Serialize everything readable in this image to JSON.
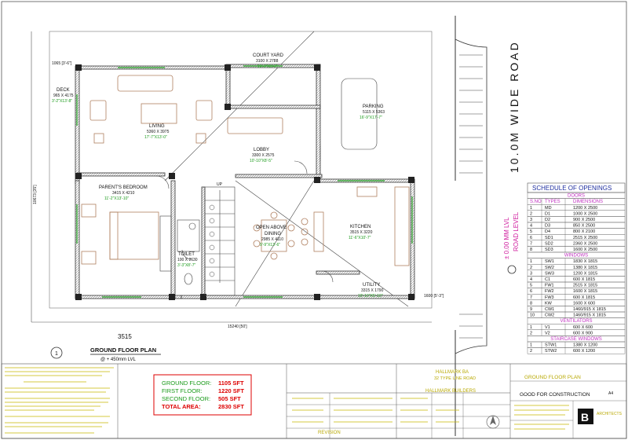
{
  "rooms": {
    "court_yard": {
      "name": "COURT YARD",
      "dim": "3100 X 2788",
      "imp": "10'-2\"X9'-2\""
    },
    "deck": {
      "name": "DECK",
      "dim": "965 X 4175",
      "imp": "3'-2\"X13'-8\""
    },
    "living": {
      "name": "LIVING",
      "dim": "5360 X 3975",
      "imp": "17'-7\"X13'-0\""
    },
    "parking": {
      "name": "PARKING",
      "dim": "5115 X 5363",
      "imp": "16'-9\"X17'-7\""
    },
    "lobby": {
      "name": "LOBBY",
      "dim": "3300 X 2575",
      "imp": "10'-10\"X8'-5\""
    },
    "parent_bedroom": {
      "name": "PARENT'S BEDROOM",
      "dim": "3415 X 4210",
      "imp": "11'-2\"X13'-10\""
    },
    "dining": {
      "name": "OPEN ABOVE\nDINING",
      "name1": "OPEN ABOVE",
      "name2": "DINING",
      "dim": "2985 X 4110",
      "imp": "9'-9\"X13'-6\""
    },
    "kitchen": {
      "name": "KITCHEN",
      "dim": "3515 X 3220",
      "imp": "11'-6\"X10'-7\""
    },
    "toilet": {
      "name": "TOILET",
      "dim": "100 X 2630",
      "imp": "3'-3\"X8'-7\""
    },
    "utility": {
      "name": "UTILITY",
      "dim": "3315 X 1790",
      "imp": "10'-10\"X5'-10\""
    }
  },
  "dimensions": {
    "left_offset": "1065 [3'-6\"]",
    "side_height": "10673 [35']",
    "bottom_width": "15240 [50']",
    "right_offset": "1600 [5'-3\"]",
    "bottom_label": "3515",
    "up": "UP"
  },
  "road": {
    "label": "10.0M WIDE ROAD",
    "level": "± 0.00 MM LVL\nROAD LEVEL",
    "level1": "± 0.00 MM LVL",
    "level2": "ROAD LEVEL"
  },
  "plan_title": {
    "num": "1",
    "title": "GROUND FLOOR PLAN",
    "sub": "@ + 450mm LVL"
  },
  "schedule": {
    "title": "SCHEDULE OF OPENINGS",
    "headers": [
      "S.NO",
      "TYPES",
      "DIMENSIONS"
    ],
    "sections": [
      {
        "name": "DOORS",
        "rows": [
          [
            "1",
            "MD",
            "1200 X 2500"
          ],
          [
            "2",
            "D1",
            "1000 X 2500"
          ],
          [
            "3",
            "D2",
            "900 X 2500"
          ],
          [
            "4",
            "D3",
            "850 X 2500"
          ],
          [
            "5",
            "D4",
            "800 X 2100"
          ],
          [
            "6",
            "SD1",
            "2515 X 2500"
          ],
          [
            "7",
            "SD2",
            "2360 X 2500"
          ],
          [
            "8",
            "SD3",
            "1600 X 2500"
          ]
        ]
      },
      {
        "name": "WINDOWS",
        "rows": [
          [
            "1",
            "SW1",
            "1830 X 1815"
          ],
          [
            "2",
            "SW2",
            "1380 X 1815"
          ],
          [
            "3",
            "SW3",
            "1200 X 1815"
          ],
          [
            "4",
            "C1",
            "600 X 1815"
          ],
          [
            "5",
            "FW1",
            "2515 X 1815"
          ],
          [
            "6",
            "FW2",
            "1600 X 1815"
          ],
          [
            "7",
            "FW3",
            "600 X 1815"
          ],
          [
            "8",
            "KW",
            "1600 X 600"
          ],
          [
            "9",
            "CW1",
            "1460/915 X 1815"
          ],
          [
            "10",
            "CW2",
            "1460/915 X 1815"
          ]
        ]
      },
      {
        "name": "VENTILATORS",
        "rows": [
          [
            "1",
            "V1",
            "600 X 600"
          ],
          [
            "2",
            "V2",
            "600 X 900"
          ]
        ]
      },
      {
        "name": "STAIRCASE WINDOWS",
        "rows": [
          [
            "1",
            "STW1",
            "1380 X 1200"
          ],
          [
            "2",
            "STW2",
            "600 X 1200"
          ]
        ]
      }
    ]
  },
  "areas": [
    {
      "label": "GROUND FLOOR:",
      "value": "1105 SFT"
    },
    {
      "label": "FIRST FLOOR:",
      "value": "1220 SFT"
    },
    {
      "label": "SECOND FLOOR:",
      "value": "505 SFT"
    },
    {
      "label": "TOTAL AREA:",
      "value": "2830 SFT"
    }
  ],
  "title_block": {
    "project1": "HALLMARK BA",
    "project2": "32 TYPE LINE ROAD",
    "client": "HALLMARK BUILDERS",
    "drawing": "GROUND FLOOR PLAN",
    "status": "GOOD FOR CONSTRUCTION",
    "sheet": "A4",
    "revision": "REVISION",
    "firm": "ARCHITECTS"
  },
  "colors": {
    "wall_hatch": "#888888",
    "green": "#1a9a1a",
    "pink": "#d020a0",
    "red": "#dd0000",
    "yellow": "#b8a800",
    "table_head": "#c030c0",
    "title_blue": "#2030a0"
  }
}
